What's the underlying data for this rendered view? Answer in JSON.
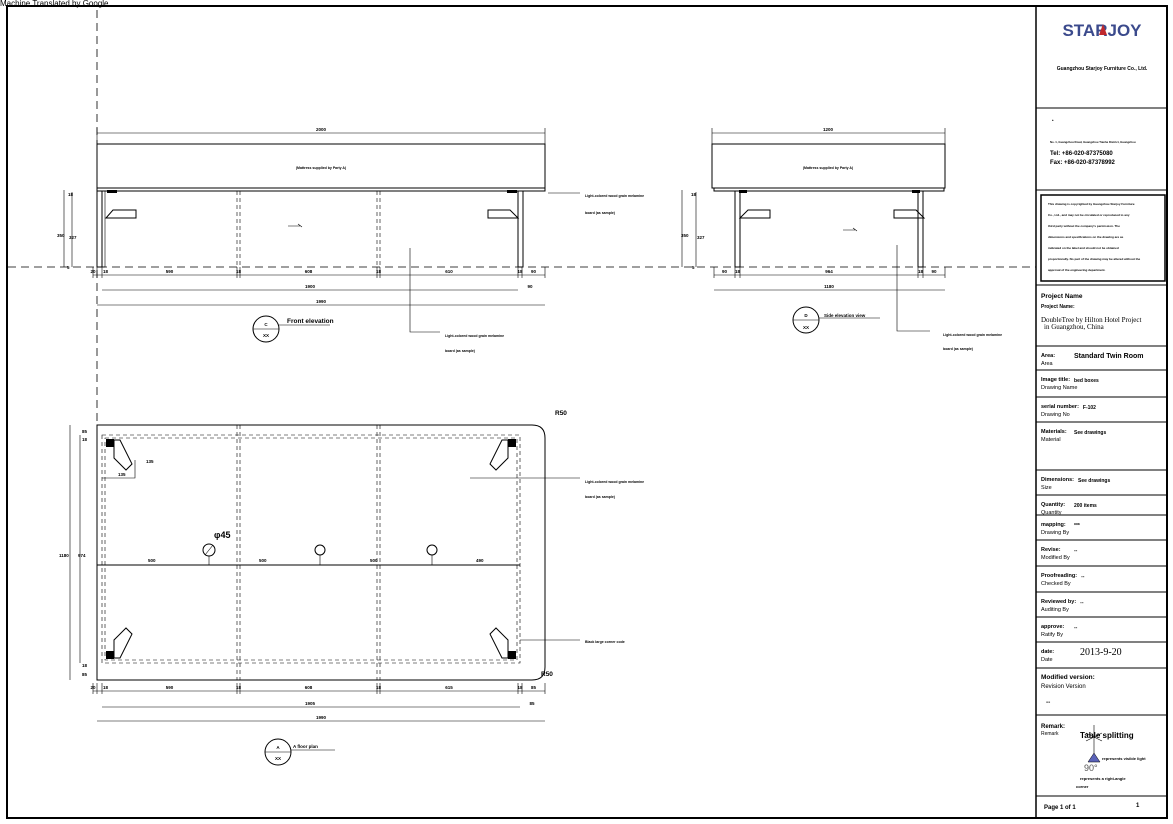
{
  "header_note": "Machine Translated by Google",
  "drawing": {
    "front": {
      "width_top": "2000",
      "mattress_note": "(Mattress supplied by Party A)",
      "h_18": "18",
      "h_350": "350",
      "h_327": "327",
      "h_5": "5",
      "bottom_dims": [
        "20",
        "18",
        "590",
        "18",
        "608",
        "18",
        "610",
        "18",
        "90"
      ],
      "inner_total": "1900",
      "right_overhang": "90",
      "overall": "1990",
      "label_letter": "C",
      "label_ref": "XX",
      "label_title": "Front elevation",
      "leader_top": [
        "Light-colored wood grain melamine",
        "board (as sample)"
      ],
      "leader_bottom": [
        "Light-colored wood grain melamine",
        "board (as sample)"
      ]
    },
    "side": {
      "width_top": "1200",
      "mattress_note": "(Mattress supplied by Party A)",
      "h_18": "18",
      "h_350": "350",
      "h_327": "327",
      "h_5": "5",
      "bottom_dims": [
        "90",
        "18",
        "964",
        "18",
        "90"
      ],
      "overall": "1180",
      "label_letter": "D",
      "label_ref": "XX",
      "label_title": "Side elevation view",
      "leader_bottom": [
        "Light-colored wood grain melamine",
        "board (as sample)"
      ]
    },
    "plan": {
      "radius_top": "R50",
      "radius_bottom": "R50",
      "corner_dim_a": "135",
      "corner_dim_b": "135",
      "hole": "φ45",
      "spans": [
        "500",
        "500",
        "500",
        "490"
      ],
      "left_85_top": "85",
      "left_18_top": "18",
      "left_overall": "1180",
      "left_inner": "974",
      "left_18_bottom": "18",
      "left_85_bottom": "85",
      "bottom_dims": [
        "20",
        "18",
        "590",
        "18",
        "608",
        "18",
        "615",
        "18",
        "85"
      ],
      "inner_total": "1905",
      "right_overhang": "85",
      "overall": "1990",
      "label_letter": "A",
      "label_ref": "XX",
      "label_title": "A floor plan",
      "leader_board": [
        "Light-colored wood grain melamine",
        "board (as sample)"
      ],
      "leader_corner": "Black large corner code"
    }
  },
  "title_block": {
    "logo": "STARJOY",
    "brand_color": "#3b4a8c",
    "logo_accent_color": "#c0282d",
    "company": "Guangzhou Starjoy Furniture Co., Ltd.",
    "bullet": "•",
    "address": "No. 1, Guangzhou Road, Guangzhou Tianhe District, Guangzhou",
    "tel": "Tel: +86-020-87375080",
    "fax": "Fax: +86-020-87378992",
    "copyright": [
      "This drawing is copyrighted by Guangzhou Starjoy Furniture",
      "Co., Ltd., and may not be circulated or reproduced to any",
      "third party without the company's permission. The",
      "dimensions and specifications on the drawing are as",
      "indicated on the label and should not be obtained",
      "proportionally. No part of the drawing may be altered without the",
      "approval of the engineering department."
    ],
    "project_name_label": "Project Name",
    "project_name_label2": "Project Name:",
    "project_name_value": [
      "DoubleTree by Hilton Hotel  Project",
      "in Guangzhou, China"
    ],
    "area_label": "Area:",
    "area_label2": "Area",
    "area_value": "Standard Twin Room",
    "image_title_label": "Image title:",
    "image_title_label2": "Drawing Name",
    "image_title_value": "bed boxes",
    "serial_label": "serial number:",
    "serial_label2": "Drawing No",
    "serial_value": "F-102",
    "materials_label": "Materials:",
    "materials_label2": "Material",
    "materials_value": "See drawings",
    "dimensions_label": "Dimensions:",
    "dimensions_label2": "Size",
    "dimensions_value": "See drawings",
    "quantity_label": "Quantity:",
    "quantity_label2": "Quantity",
    "quantity_value": "200 items",
    "mapping_label": "mapping:",
    "mapping_label2": "Drawing By",
    "mapping_value": "***",
    "revise_label": "Revise:",
    "revise_label2": "Modified By",
    "revise_value": "--",
    "proof_label": "Proofreading:",
    "proof_label2": "Checked By",
    "proof_value": "--",
    "reviewed_label": "Reviewed by:",
    "reviewed_label2": "Auditing By",
    "reviewed_value": "--",
    "approve_label": "approve:",
    "approve_label2": "Ratify By",
    "approve_value": "--",
    "date_label": "date:",
    "date_label2": "Date",
    "date_value": "2013-9-20",
    "modified_label": "Modified version:",
    "modified_label2": "Revision Version",
    "modified_value": "--",
    "remark_label": "Remark:",
    "remark_label2": "Remark",
    "remark_title": "Table splitting",
    "remark_line1": "represents visible light",
    "remark_angle": "90°",
    "remark_line2": "represents a right-angle",
    "remark_line3": "corner",
    "page_label": "Page 1 of 1",
    "page_number": "1"
  }
}
